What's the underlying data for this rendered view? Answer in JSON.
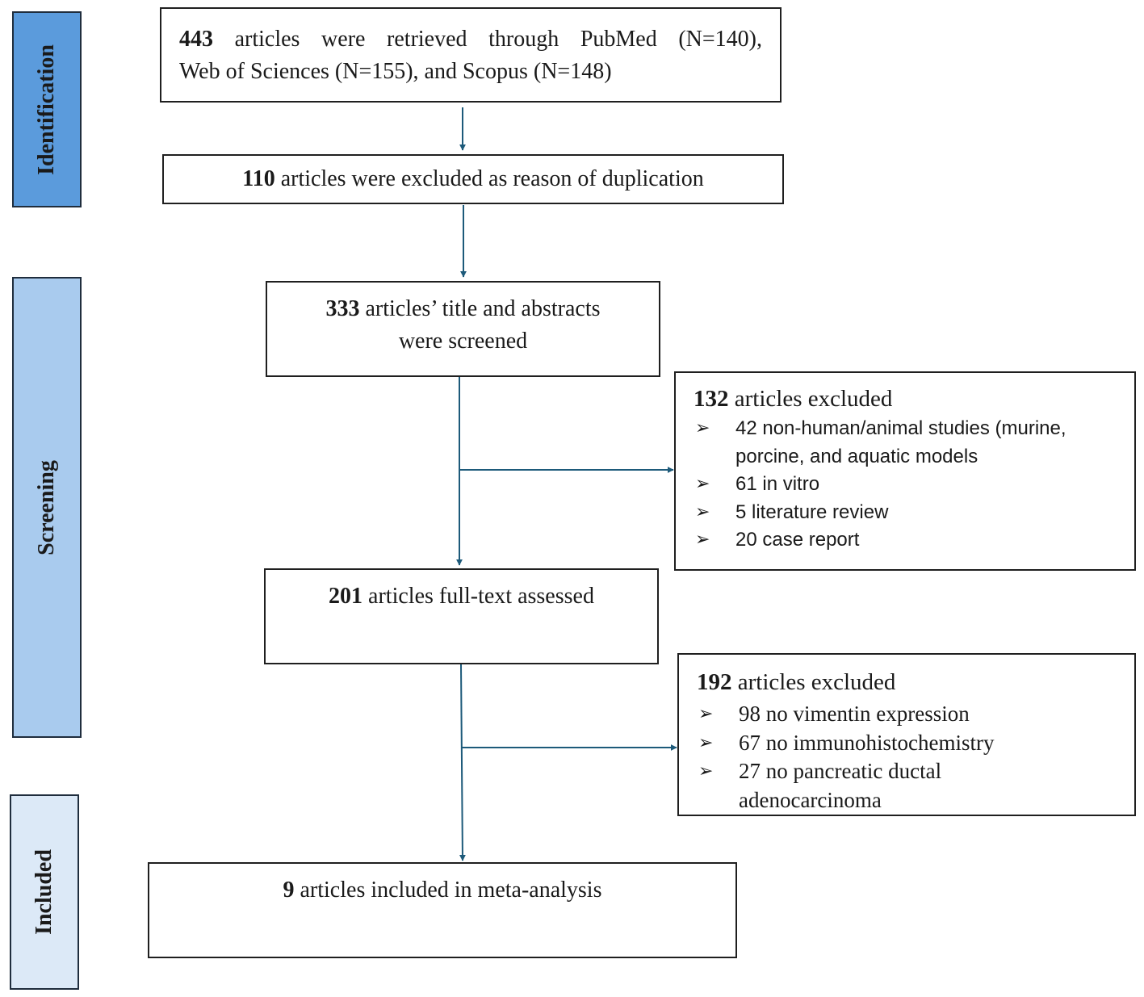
{
  "phases": {
    "identification": "Identification",
    "screening": "Screening",
    "included": "Included"
  },
  "identification_box": {
    "count": "443",
    "text": "articles were retrieved through PubMed (N=140),",
    "line2": "Web of Sciences (N=155), and Scopus (N=148)"
  },
  "duplicates_box": {
    "count": "110",
    "text": "articles were excluded as reason of duplication"
  },
  "screened_box": {
    "count": "333",
    "line1": "articles’ title and abstracts",
    "line2": "were screened"
  },
  "excluded_1": {
    "count": "132",
    "label": "articles excluded",
    "marker": "➢",
    "items": [
      "42 non-human/animal studies (murine, porcine, and aquatic models",
      "61 in vitro",
      "5 literature review",
      "20 case report"
    ]
  },
  "fulltext_box": {
    "count": "201",
    "text": "articles full-text assessed"
  },
  "excluded_2": {
    "count": "192",
    "label": "articles excluded",
    "marker": "➢",
    "items": [
      "98 no vimentin expression",
      "67 no immunohistochemistry",
      "27 no pancreatic ductal adenocarcinoma"
    ]
  },
  "included_box": {
    "count": "9",
    "text": "articles included in meta-analysis"
  },
  "colors": {
    "identification": "#5b9bdc",
    "screening": "#a9cbee",
    "included": "#dce9f7",
    "arrow": "#1d5a7a"
  }
}
